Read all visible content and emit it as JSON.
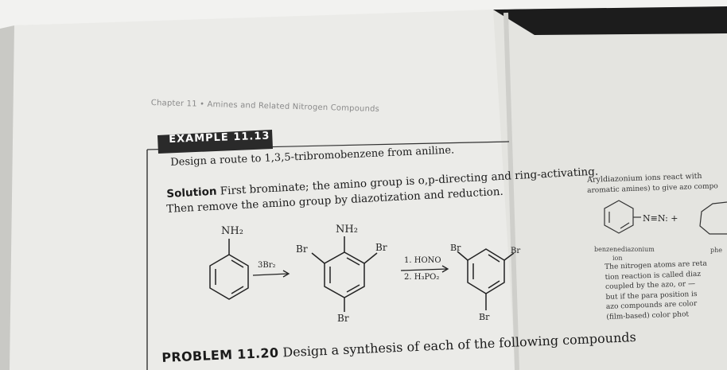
{
  "left_page": {
    "running_header": "Chapter 11 • Amines and Related Nitrogen Compounds",
    "example_label": "EXAMPLE 11.13",
    "example_task": "Design a route to 1,3,5-tribromobenzene from aniline.",
    "solution_heading": "Solution",
    "solution_line1": "First brominate; the amino group is o,p-directing and ring-activating.",
    "solution_line2": "Then remove the amino group by diazotization and reduction.",
    "reaction": {
      "start_group": "NH₂",
      "reagent1": "3Br₂",
      "intermediate_group": "NH₂",
      "br_left": "Br",
      "br_right": "Br",
      "br_bottom": "Br",
      "reagent2_step1": "1. HONO",
      "reagent2_step2": "2. H₃PO₂",
      "product_br_top_left": "Br",
      "product_br_top_right": "Br",
      "product_br_bottom": "Br"
    },
    "problem_label": "PROBLEM 11.20",
    "problem_text": "Design a synthesis of each of the following compounds"
  },
  "right_page": {
    "intro_line1": "Aryldiazonium ions react with",
    "intro_line2": "aromatic amines) to give azo compo",
    "diazo_formula": "N≡N: +",
    "label_line1": "benzenediazonium",
    "label_line2": "ion",
    "label_cut": "phe",
    "para_lines": [
      "The nitrogen atoms are reta",
      "tion reaction is called diaz",
      "coupled by the azo, or —",
      "but if the para position is",
      "azo compounds are color",
      "(film-based) color phot"
    ]
  },
  "colors": {
    "background": "#d9d9d6",
    "page_left": "#ebebe8",
    "page_right": "#e6e6e3",
    "example_tab": "#2a2a2a"
  }
}
